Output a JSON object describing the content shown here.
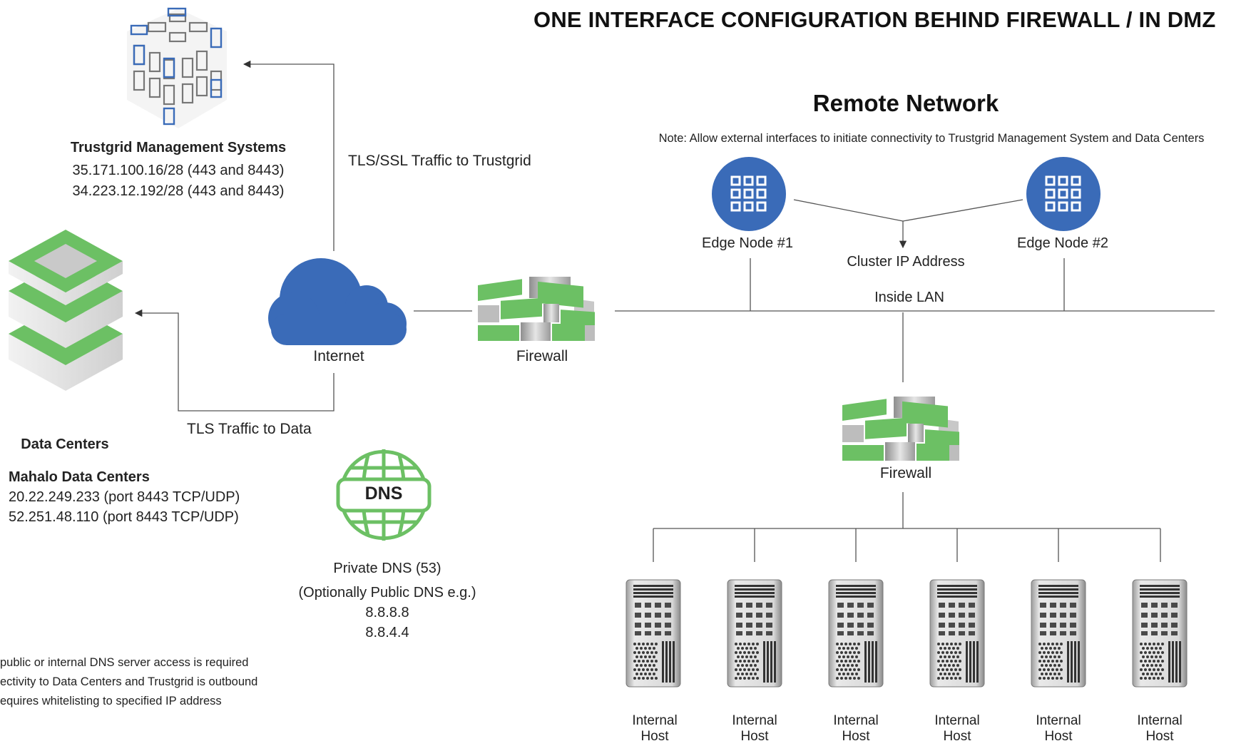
{
  "title": "ONE INTERFACE CONFIGURATION BEHIND FIREWALL / IN DMZ",
  "remote_network": {
    "heading": "Remote Network",
    "note": "Note: Allow external interfaces to initiate connectivity to Trustgrid Management System and Data Centers",
    "edge_node_1": "Edge Node #1",
    "edge_node_2": "Edge Node #2",
    "cluster_ip": "Cluster IP Address",
    "inside_lan": "Inside LAN",
    "inner_firewall": "Firewall",
    "internal_hosts": [
      [
        "Internal",
        "Host"
      ],
      [
        "Internal",
        "Host"
      ],
      [
        "Internal",
        "Host"
      ],
      [
        "Internal",
        "Host"
      ],
      [
        "Internal",
        "Host"
      ],
      [
        "Internal",
        "Host"
      ]
    ]
  },
  "management": {
    "title": "Trustgrid Management Systems",
    "lines": [
      "35.171.100.16/28 (443 and 8443)",
      "34.223.12.192/28 (443 and 8443)"
    ]
  },
  "tls_ssl_label": "TLS/SSL Traffic to Trustgrid",
  "tls_data_label": "TLS Traffic to Data",
  "internet_label": "Internet",
  "outer_firewall": "Firewall",
  "data_centers": {
    "title": "Data Centers",
    "subtitle": "Mahalo Data Centers",
    "lines": [
      "20.22.249.233 (port 8443 TCP/UDP)",
      "52.251.48.110 (port 8443 TCP/UDP)"
    ]
  },
  "dns": {
    "icon_text": "DNS",
    "lines": [
      "Private DNS (53)",
      "(Optionally Public DNS e.g.)",
      "8.8.8.8",
      "8.8.4.4"
    ]
  },
  "notes": [
    " public or internal DNS server access is required",
    "ectivity to Data Centers and Trustgrid is outbound",
    "equires whitelisting to specified IP address"
  ],
  "colors": {
    "blue": "#3a6bb8",
    "green": "#6cc064",
    "line": "#555555"
  }
}
